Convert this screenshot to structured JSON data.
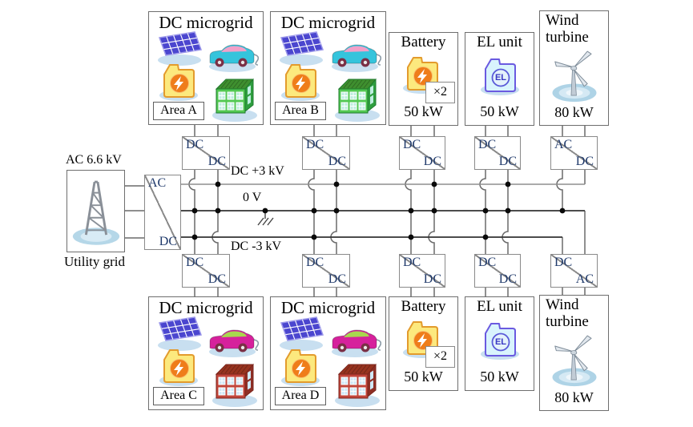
{
  "figure": {
    "utility": {
      "voltage": "AC 6.6 kV",
      "label": "Utility grid"
    },
    "buses": {
      "positive": "DC +3 kV",
      "neutral": "0 V",
      "negative": "DC -3 kV"
    },
    "converter_labels": {
      "ac": "AC",
      "dc": "DC"
    },
    "top_row": [
      {
        "type": "dc-microgrid",
        "title": "DC microgrid",
        "area": "Area A"
      },
      {
        "type": "dc-microgrid",
        "title": "DC microgrid",
        "area": "Area B"
      },
      {
        "type": "battery",
        "title": "Battery",
        "multiplier": "×2",
        "power": "50 kW"
      },
      {
        "type": "el-unit",
        "title": "EL unit",
        "icon_label": "EL",
        "power": "50 kW"
      },
      {
        "type": "wind-turbine",
        "title": "Wind turbine",
        "power": "80 kW"
      }
    ],
    "bottom_row": [
      {
        "type": "dc-microgrid",
        "title": "DC microgrid",
        "area": "Area C"
      },
      {
        "type": "dc-microgrid",
        "title": "DC microgrid",
        "area": "Area D"
      },
      {
        "type": "battery",
        "title": "Battery",
        "multiplier": "×2",
        "power": "50 kW"
      },
      {
        "type": "el-unit",
        "title": "EL unit",
        "icon_label": "EL",
        "power": "50 kW"
      },
      {
        "type": "wind-turbine",
        "title": "Wind turbine",
        "power": "80 kW"
      }
    ],
    "colors": {
      "bus_line": "#333333",
      "positive_bus_line": "#8f8f8f",
      "converter_label": "#203a6b",
      "battery_yellow": "#fce97e",
      "battery_orange": "#ef7d1a",
      "el_cyan": "#d9f4fd",
      "solar_blue": "#4b46cf",
      "car_top": "#35c4dc",
      "car_bottom": "#d6219c",
      "building_top": "#52c852",
      "building_bottom": "#c1453a",
      "icon_shadow": "#c8dff0"
    }
  }
}
